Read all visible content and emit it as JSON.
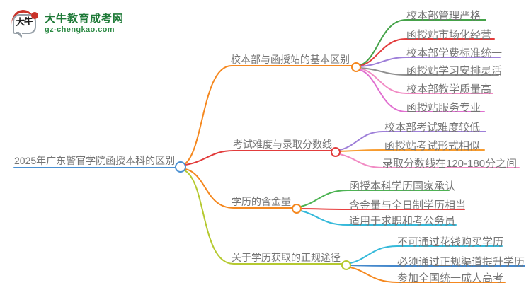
{
  "logo": {
    "site_name": "大牛教育成考网",
    "site_url": "gz-chengkao.com",
    "icon_text": "大牛",
    "brand_color": "#1f7a38"
  },
  "mindmap": {
    "root": {
      "label": "2025年广东警官学院函授本科的区别",
      "color": "#4a90d2"
    },
    "branches": [
      {
        "label": "校本部与函授站的基本区别",
        "color": "#f5881f",
        "children": [
          {
            "label": "校本部管理严格",
            "color": "#44a248"
          },
          {
            "label": "函授站市场化经营",
            "color": "#e23c3c"
          },
          {
            "label": "校本部学费标准统一",
            "color": "#9e7fd9"
          },
          {
            "label": "函授站学习安排灵活",
            "color": "#8f8f8f"
          },
          {
            "label": "校本部教学质量高",
            "color": "#f18bc4"
          },
          {
            "label": "函授站服务专业",
            "color": "#e06fd0"
          }
        ]
      },
      {
        "label": "考试难度与录取分数线",
        "color": "#e23c3c",
        "children": [
          {
            "label": "校本部考试难度较低",
            "color": "#9e7fd9"
          },
          {
            "label": "函授站考试形式相似",
            "color": "#f79b2e"
          },
          {
            "label": "录取分数线在120-180分之间",
            "color": "#f18bc4"
          }
        ]
      },
      {
        "label": "学历的含金量",
        "color": "#f5881f",
        "children": [
          {
            "label": "函授本科学历国家承认",
            "color": "#4db353"
          },
          {
            "label": "含金量与全日制学历相当",
            "color": "#e84040"
          },
          {
            "label": "适用于求职和考公务员",
            "color": "#35b9da"
          }
        ]
      },
      {
        "label": "关于学历获取的正规途径",
        "color": "#b5c92f",
        "children": [
          {
            "label": "不可通过花钱购买学历",
            "color": "#35b9da"
          },
          {
            "label": "必须通过正规渠道提升学历",
            "color": "#4488cc"
          },
          {
            "label": "参加全国统一成人高考",
            "color": "#f5881f"
          }
        ]
      }
    ]
  }
}
